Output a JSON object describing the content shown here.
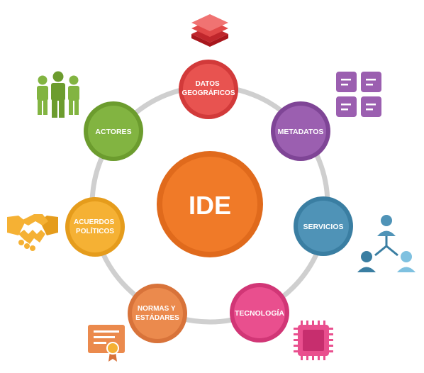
{
  "center": {
    "label": "IDE",
    "color": "#f07a28",
    "ring": "#e06a1c"
  },
  "ring_color": "#cfcfcf",
  "nodes": [
    {
      "id": "datos",
      "lines": [
        "DATOS",
        "GEOGRÁFICOS"
      ],
      "color": "#e85350",
      "ring": "#d23a3a",
      "icon": "layers-icon"
    },
    {
      "id": "metadatos",
      "lines": [
        "METADATOS"
      ],
      "color": "#9b5fb0",
      "ring": "#7f4596",
      "icon": "document-list-icon"
    },
    {
      "id": "servicios",
      "lines": [
        "SERVICIOS"
      ],
      "color": "#4f93b7",
      "ring": "#3a7ea2",
      "icon": "network-people-icon"
    },
    {
      "id": "tecnologia",
      "lines": [
        "TECNOLOGÍA"
      ],
      "color": "#e94f8e",
      "ring": "#d13676",
      "icon": "chip-icon"
    },
    {
      "id": "normas",
      "lines": [
        "NORMAS Y",
        "ESTÁDARES"
      ],
      "color": "#eb8a4d",
      "ring": "#d8733a",
      "icon": "certificate-icon"
    },
    {
      "id": "acuerdos",
      "lines": [
        "ACUERDOS",
        "POLÍTICOS"
      ],
      "color": "#f5b134",
      "ring": "#e59c1c",
      "icon": "handshake-icon"
    },
    {
      "id": "actores",
      "lines": [
        "ACTORES"
      ],
      "color": "#82b441",
      "ring": "#6c9c2e",
      "icon": "people-group-icon"
    }
  ]
}
